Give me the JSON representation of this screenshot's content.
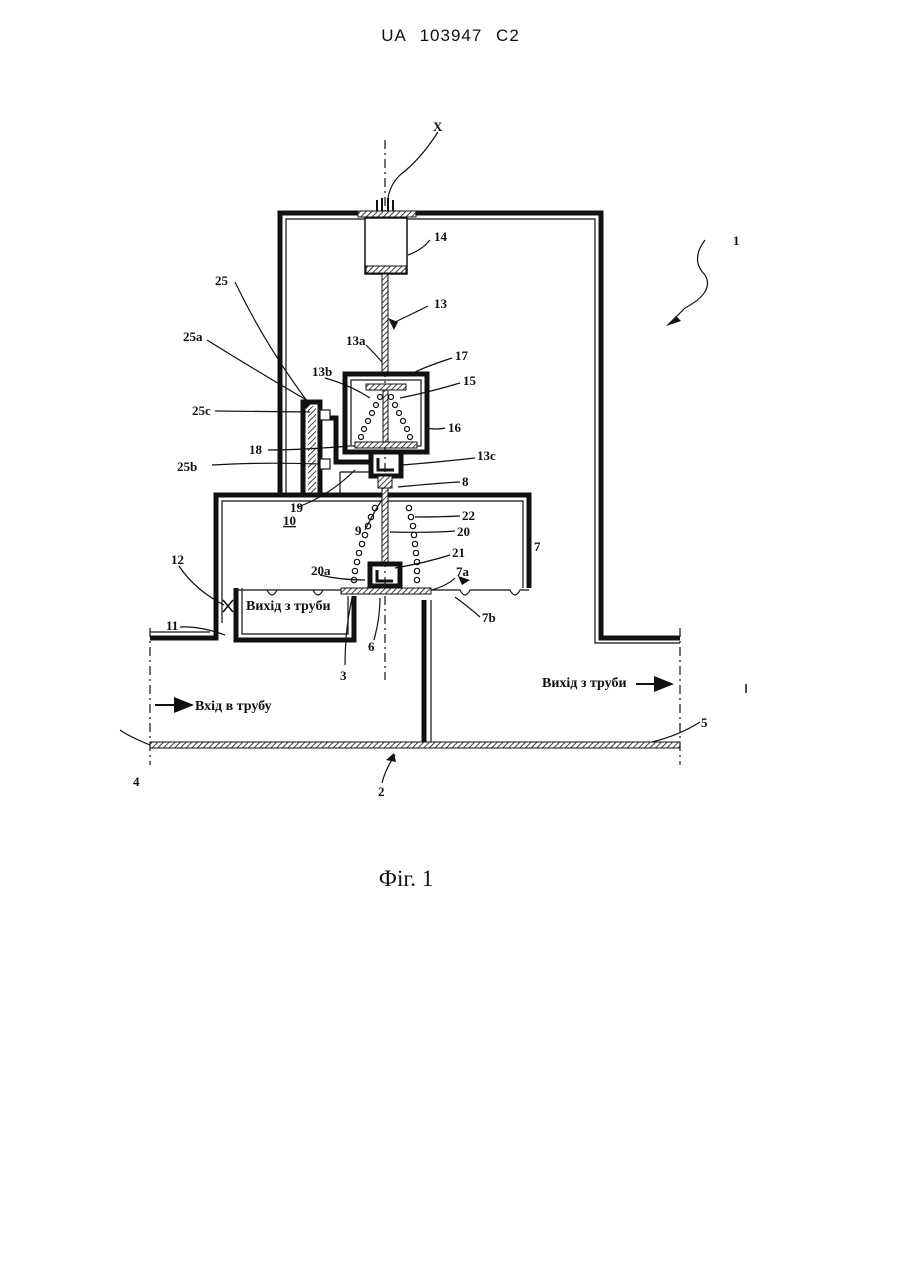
{
  "document": {
    "patent_number": "UA   103947   C2",
    "figure_caption": "Фіг. 1"
  },
  "diagram": {
    "flow_texts": {
      "outlet_box": "Вихід з труби",
      "outlet_right": "Вихід з труби",
      "inlet": "Вхід в трубу"
    },
    "labels": {
      "axis": "X",
      "n1": "1",
      "n2": "2",
      "n3": "3",
      "n4": "4",
      "n5": "5",
      "n6": "6",
      "n7": "7",
      "n7a": "7a",
      "n7b": "7b",
      "n8": "8",
      "n9": "9",
      "n10": "10",
      "n11": "11",
      "n12": "12",
      "n13": "13",
      "n13a": "13a",
      "n13b": "13b",
      "n13c": "13c",
      "n14": "14",
      "n15": "15",
      "n16": "16",
      "n17": "17",
      "n18": "18",
      "n19": "19",
      "n20": "20",
      "n20a": "20a",
      "n21": "21",
      "n22": "22",
      "n25": "25",
      "n25a": "25a",
      "n25b": "25b",
      "n25c": "25c"
    }
  }
}
